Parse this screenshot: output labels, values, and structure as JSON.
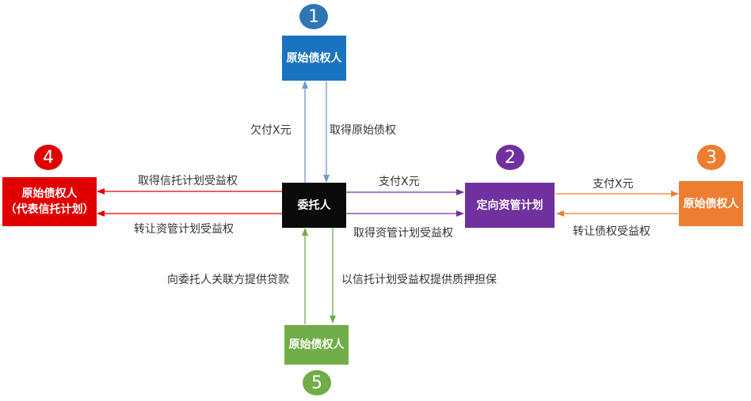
{
  "colors": {
    "blue": "#1a73c0",
    "blue_arrow": "#6d9ad3",
    "purple": "#7030a0",
    "orange": "#ed7d31",
    "red": "#e00000",
    "green": "#70ad47",
    "black": "#0a0a0a"
  },
  "nodes": {
    "trustor": "委托人",
    "top": {
      "label": "原始债权人",
      "number": "1"
    },
    "plan": {
      "label": "定向资管计划",
      "number": "2"
    },
    "right": {
      "label": "原始债权人",
      "number": "3"
    },
    "left": {
      "line1": "原始债权人",
      "line2": "（代表信托计划）",
      "number": "4"
    },
    "bottom": {
      "label": "原始债权人",
      "number": "5"
    }
  },
  "edges": {
    "pay_x_to_top": "欠付X元",
    "get_original_claim": "取得原始债权",
    "get_trust_benefit": "取得信托计划受益权",
    "transfer_plan_benefit": "转让资管计划受益权",
    "pay_x_to_plan": "支付X元",
    "get_plan_benefit": "取得资管计划受益权",
    "pay_x_to_right": "支付X元",
    "transfer_claim_benefit": "转让债权受益权",
    "loan_to_related": "向委托人关联方提供贷款",
    "pledge_guarantee": "以信托计划受益权提供质押担保"
  }
}
